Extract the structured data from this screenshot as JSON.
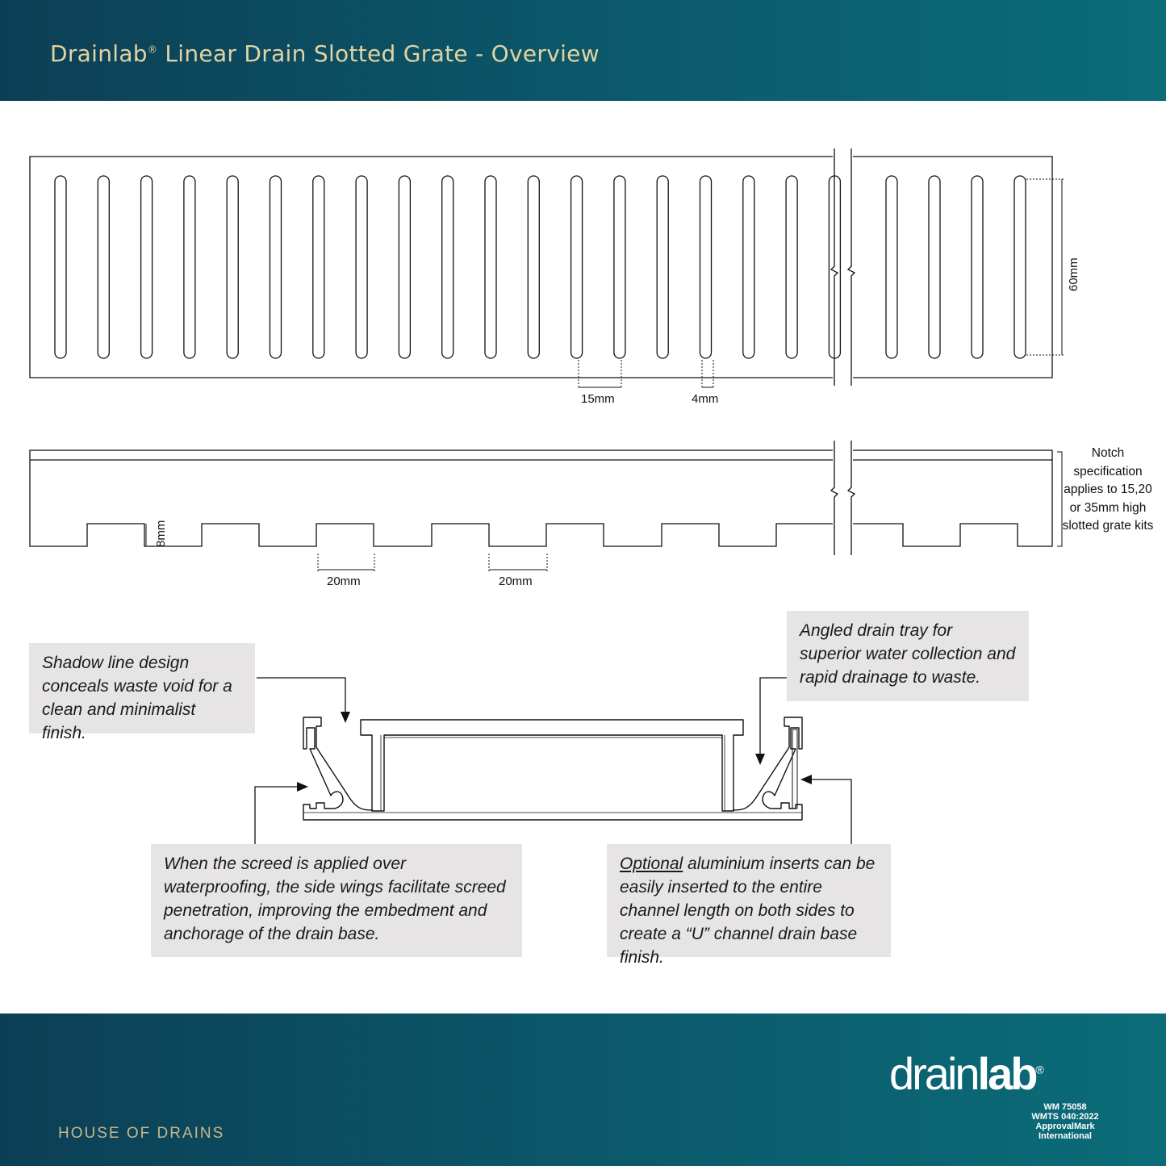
{
  "header": {
    "title_brand": "Drainlab",
    "title_reg": "®",
    "title_rest": " Linear Drain Slotted Grate - Overview"
  },
  "top_view": {
    "dim_slot_spacing": "15mm",
    "dim_slot_width": "4mm",
    "dim_height": "60mm"
  },
  "side_view": {
    "dim_notch_depth": "8mm",
    "dim_notch_a": "20mm",
    "dim_notch_b": "20mm",
    "note": "Notch specification applies to 15,20 or 35mm high slotted grate kits"
  },
  "callouts": {
    "shadow_line": "Shadow line design conceals waste void for a clean and minimalist finish.",
    "angled_tray": "Angled drain tray for superior water collection and rapid drainage to waste.",
    "screed": "When the screed is applied over waterproofing, the side wings facilitate screed penetration, improving the embedment and anchorage of the drain base.",
    "optional_word": "Optional",
    "optional_rest": " aluminium inserts can be easily inserted to the entire channel length on both sides to create a “U” channel drain base finish."
  },
  "footer": {
    "company": "HOUSE OF DRAINS",
    "brand_thin": "drain",
    "brand_bold": "lab",
    "brand_reg": "®",
    "wm_code": "WM 75058",
    "wm_standard": "WMTS 040:2022",
    "wm_body_1": "ApprovalMark",
    "wm_body_2": "International"
  },
  "colors": {
    "header_bg": "#0b5a6c",
    "title_gold": "#e2d3a4",
    "callout_bg": "#e6e4e4",
    "logo_gold": "#c9b78a"
  }
}
